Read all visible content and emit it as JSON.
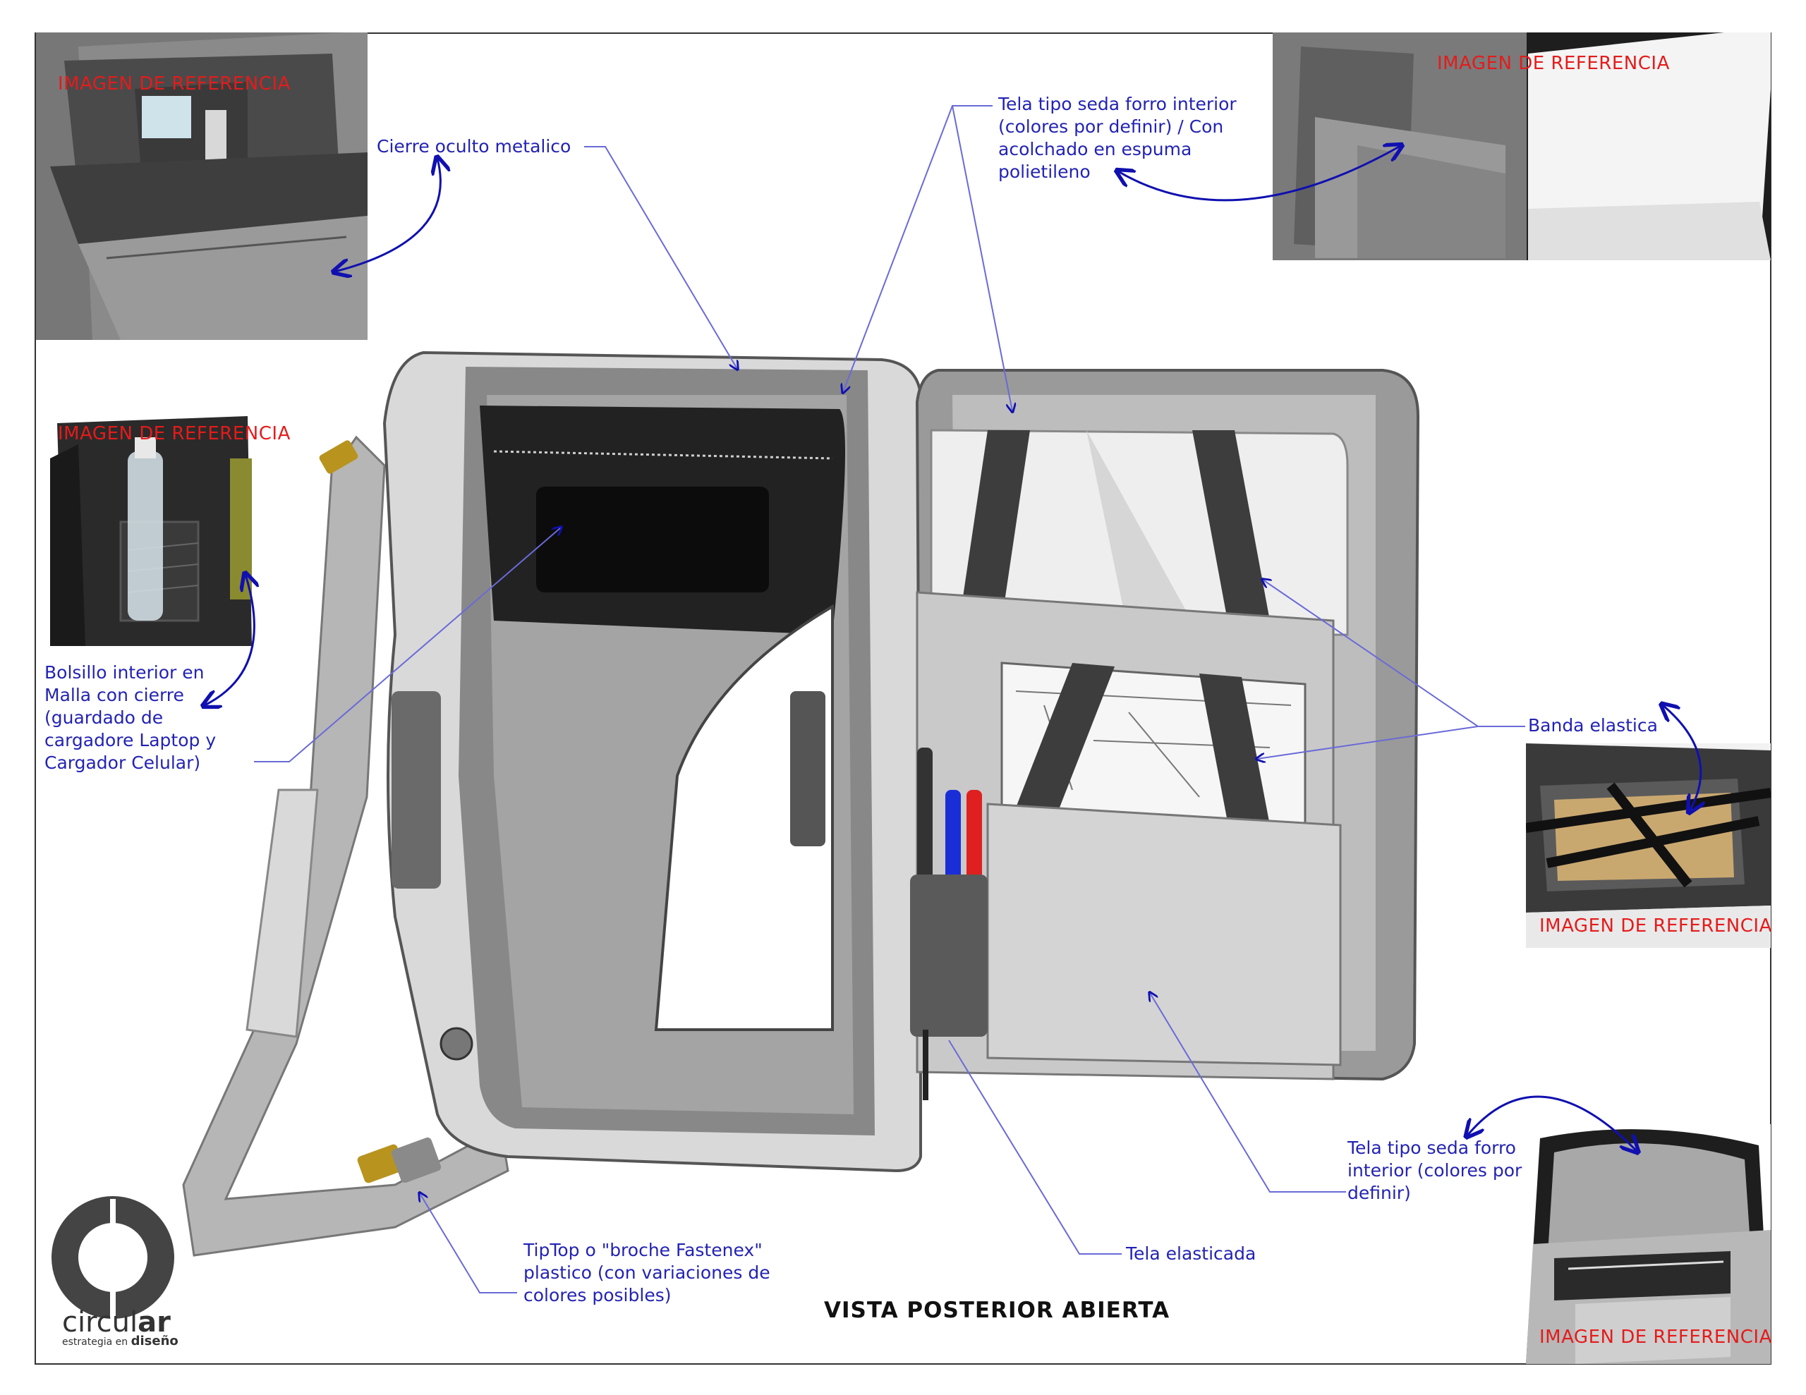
{
  "title": "VISTA POSTERIOR ABIERTA",
  "reference_label": "IMAGEN DE REFERENCIA",
  "annotations": {
    "cierre": [
      "Cierre oculto metalico"
    ],
    "tela_seda_top": [
      "Tela tipo seda forro interior",
      "(colores por definir) / Con",
      "acolchado en espuma",
      "polietileno"
    ],
    "bolsillo": [
      "Bolsillo interior en",
      "Malla con cierre",
      "(guardado de",
      "cargadore Laptop y",
      "Cargador Celular)"
    ],
    "banda": [
      "Banda elastica"
    ],
    "tela_seda_bottom": [
      "Tela tipo seda forro",
      "interior (colores por",
      "definir)"
    ],
    "tiptop": [
      "TipTop o \"broche Fastenex\"",
      "plastico (con variaciones de",
      "colores posibles)"
    ],
    "tela_elasticada": [
      "Tela elasticada"
    ]
  },
  "logo": {
    "name_a": "circul",
    "name_b": "ar",
    "tagline_a": "estrategia en",
    "tagline_b": "diseño"
  },
  "colors": {
    "annotation": "#2323b4",
    "reference": "#e51b1b",
    "leader": "#6a6ad8",
    "arrow": "#1010b0"
  }
}
